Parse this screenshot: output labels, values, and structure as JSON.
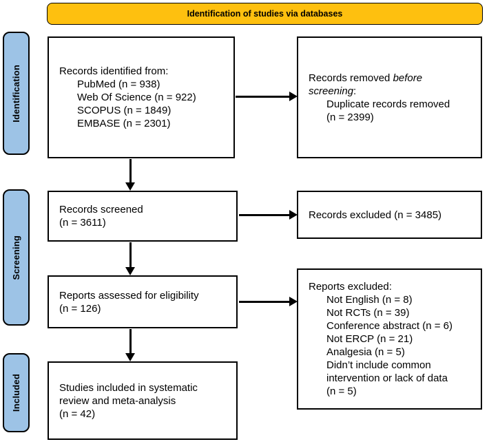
{
  "banner": {
    "label": "Identification of studies via databases"
  },
  "colors": {
    "banner_bg": "#FEC00F",
    "stage_bg": "#9DC3E6",
    "box_border": "#000000",
    "text": "#000000"
  },
  "stages": [
    {
      "label": "Identification"
    },
    {
      "label": "Screening"
    },
    {
      "label": "Included"
    }
  ],
  "boxes": {
    "identified": {
      "title": "Records identified from:",
      "items": [
        "PubMed (n = 938)",
        "Web Of Science (n = 922)",
        "SCOPUS (n = 1849)",
        "EMBASE (n = 2301)"
      ]
    },
    "removed": {
      "line1_prefix": "Records removed ",
      "line1_italic": "before",
      "line2_italic": "screening",
      "line2_suffix": ":",
      "item_lines": [
        "Duplicate records removed",
        "(n = 2399)"
      ]
    },
    "screened": {
      "lines": [
        "Records screened",
        "(n = 3611)"
      ]
    },
    "records_excluded": {
      "text": "Records excluded (n = 3485)"
    },
    "assessed": {
      "lines": [
        "Reports assessed for eligibility",
        "(n = 126)"
      ]
    },
    "reports_excluded": {
      "title": "Reports excluded:",
      "item_lines": [
        "Not English (n = 8)",
        "Not RCTs (n = 39)",
        "Conference abstract (n = 6)",
        "Not ERCP (n = 21)",
        "Analgesia (n = 5)",
        "Didn’t include common",
        "intervention or lack of data",
        "(n = 5)"
      ]
    },
    "included": {
      "lines": [
        "Studies included in systematic",
        "review and meta-analysis",
        "(n = 42)"
      ]
    }
  }
}
